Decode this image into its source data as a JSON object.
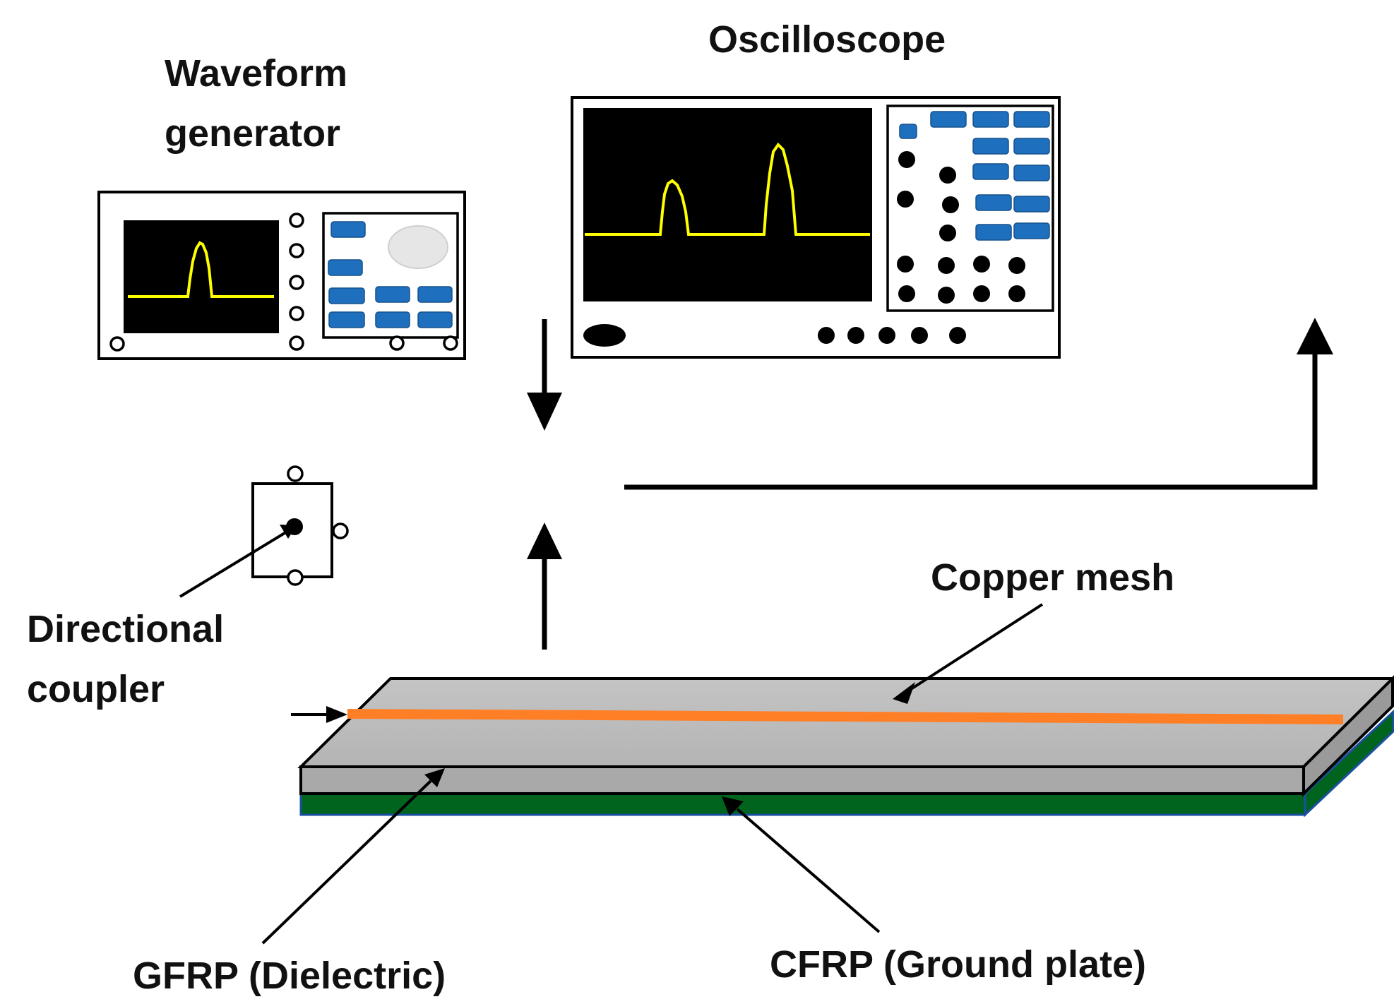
{
  "labels": {
    "waveform_line1": "Waveform",
    "waveform_line2": "generator",
    "oscilloscope": "Oscilloscope",
    "coupler_line1": "Directional",
    "coupler_line2": "coupler",
    "copper_mesh": "Copper mesh",
    "gfrp": "GFRP (Dielectric)",
    "cfrp": "CFRP (Ground plate)"
  },
  "colors": {
    "screen": "#000000",
    "trace": "#ffff00",
    "button": "#1f6fbf",
    "knob": "#e6e6e6",
    "copper": "#ff7f27",
    "gfrp_top": "#bdbdbd",
    "gfrp_side": "#a9a9a9",
    "cfrp": "#00641e",
    "ink": "#000000"
  }
}
